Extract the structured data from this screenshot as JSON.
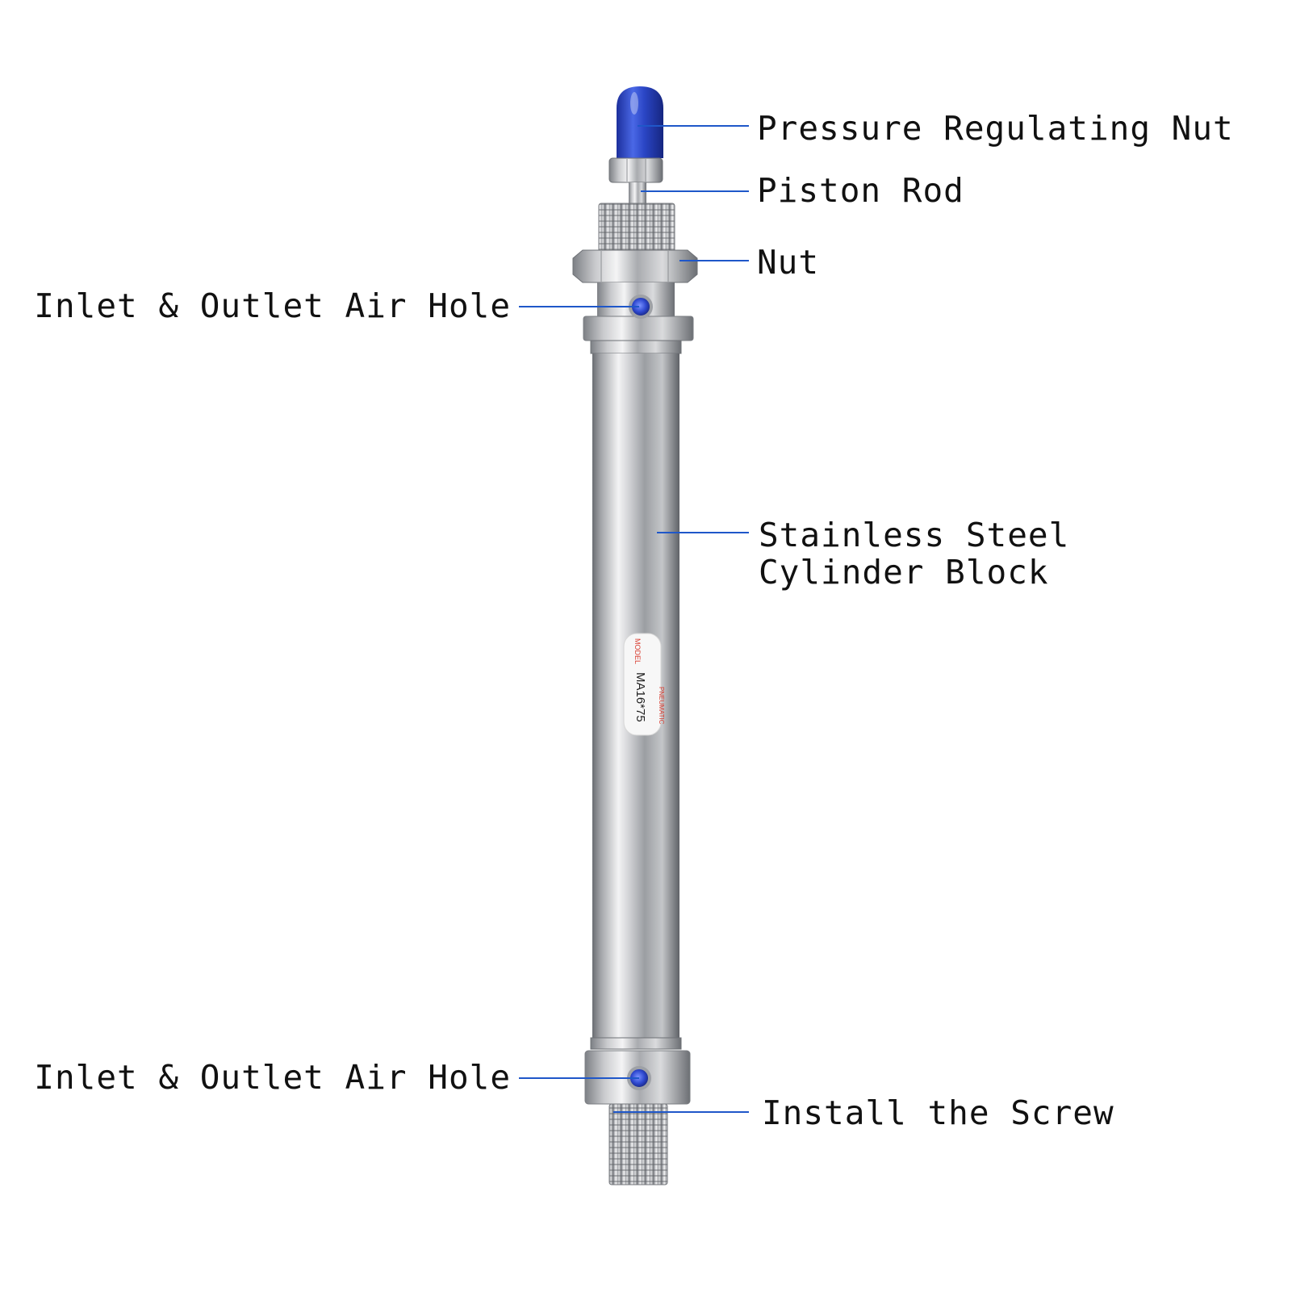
{
  "colors": {
    "background": "#ffffff",
    "leader_line": "#1f57c9",
    "steel_light": "#e9eaec",
    "steel_mid": "#b7b9bd",
    "steel_dark": "#6f7277",
    "cap_blue": "#2d47c8",
    "label_text": "#111111",
    "model_red": "#d83a2e"
  },
  "labels": {
    "pressure_regulating_nut": "Pressure Regulating Nut",
    "piston_rod": "Piston Rod",
    "nut": "Nut",
    "inlet_outlet_top": "Inlet & Outlet Air Hole",
    "cylinder_block": [
      "Stainless Steel",
      "Cylinder Block"
    ],
    "inlet_outlet_bottom": "Inlet & Outlet Air Hole",
    "install_screw": "Install the Screw"
  },
  "product_sticker": {
    "brand": "PNEUMATIC",
    "model_tag": "MODEL",
    "model": "MA16*75"
  }
}
